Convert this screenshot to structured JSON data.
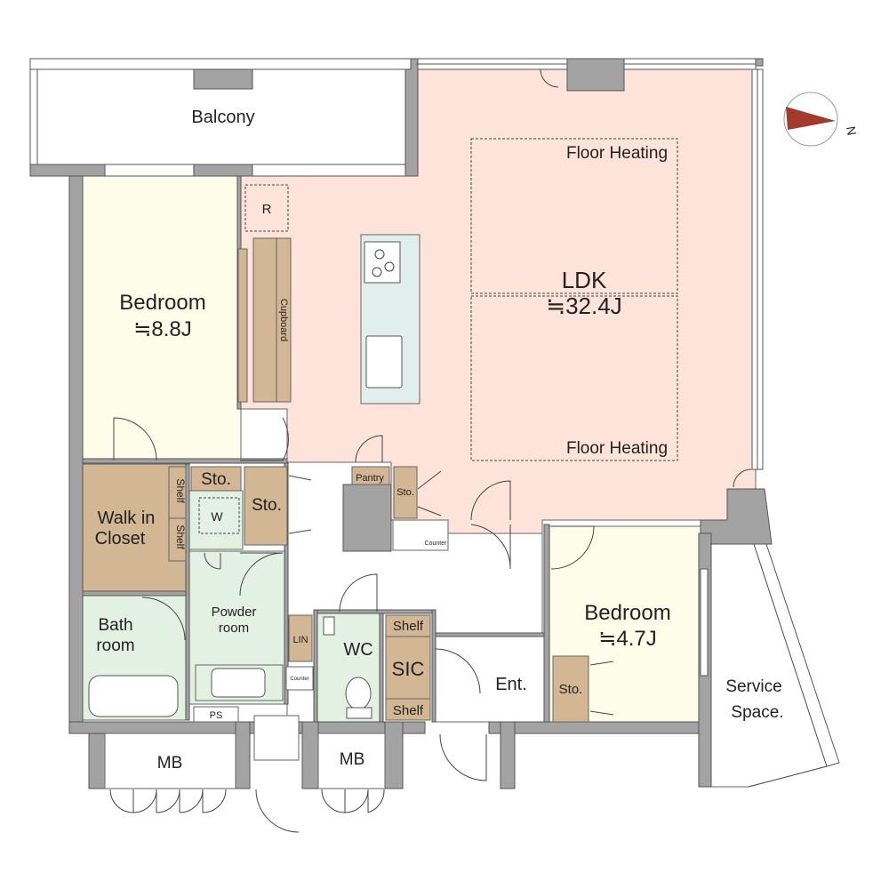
{
  "colors": {
    "ldk": "#fde3d9",
    "bedroom": "#fefde9",
    "closet": "#d3b795",
    "wet": "#e3f1e2",
    "hall": "#ffffff",
    "wall": "#a3a3a3",
    "kitchen": "#e1efec",
    "compass": "#a23a2e"
  },
  "compass": {
    "label": "N"
  },
  "rooms": {
    "balcony": "Balcony",
    "bedroom1": {
      "name": "Bedroom",
      "size": "≒8.8J"
    },
    "ldk": {
      "name": "LDK",
      "size": "≒32.4J"
    },
    "bedroom2": {
      "name": "Bedroom",
      "size": "≒4.7J"
    },
    "walk_in_closet_line1": "Walk in",
    "walk_in_closet_line2": "Closet",
    "bath_line1": "Bath",
    "bath_line2": "room",
    "powder_line1": "Powder",
    "powder_line2": "room",
    "wc": "WC",
    "sic": "SIC",
    "entrance": "Ent.",
    "service_line1": "Service",
    "service_line2": "Space.",
    "mb_left": "MB",
    "mb_right": "MB"
  },
  "labels": {
    "floor_heating_top": "Floor Heating",
    "floor_heating_bottom": "Floor Heating",
    "refrigerator": "R",
    "cupboard": "Cupboard",
    "storage_small": "Sto.",
    "storage_center": "Sto.",
    "storage_pantry": "Sto.",
    "storage_bedroom2": "Sto.",
    "pantry": "Pantry",
    "shelf_wic_top": "Shelf",
    "shelf_wic_bottom": "Shelf",
    "washer": "W",
    "linen": "LIN",
    "counter_powder": "Counter",
    "counter_entrance": "Counter",
    "pipe_space": "PS",
    "shelf_sic_top": "Shelf",
    "shelf_sic_bottom": "Shelf"
  }
}
